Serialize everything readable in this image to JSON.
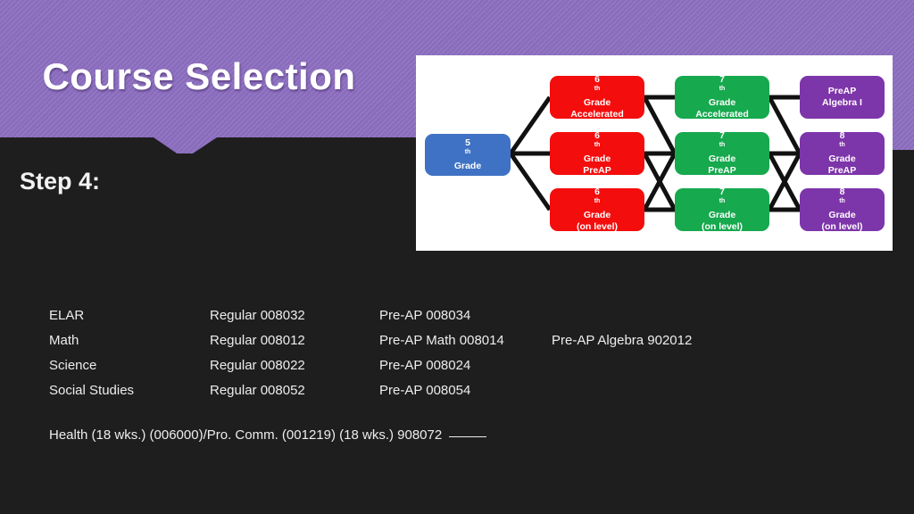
{
  "slide": {
    "title": "Course Selection",
    "step_label": "Step 4:",
    "background_color": "#1e1e1e",
    "banner_color": "#8a6cbd"
  },
  "diagram": {
    "type": "flowchart",
    "background": "#ffffff",
    "columns": [
      {
        "name": "grade-5",
        "color": "#3f72c4",
        "nodes": [
          {
            "id": "g5",
            "line1": "5",
            "sup": "th",
            "line1_rest": " Grade",
            "line2": ""
          }
        ]
      },
      {
        "name": "grade-6",
        "color": "#f40d0d",
        "nodes": [
          {
            "id": "g6-acc",
            "line1": "6",
            "sup": "th",
            "line1_rest": " Grade",
            "line2": "Accelerated"
          },
          {
            "id": "g6-preap",
            "line1": "6",
            "sup": "th",
            "line1_rest": " Grade",
            "line2": "PreAP"
          },
          {
            "id": "g6-on",
            "line1": "6",
            "sup": "th",
            "line1_rest": " Grade",
            "line2": "(on level)"
          }
        ]
      },
      {
        "name": "grade-7",
        "color": "#16a94e",
        "nodes": [
          {
            "id": "g7-acc",
            "line1": "7",
            "sup": "th",
            "line1_rest": " Grade",
            "line2": "Accelerated"
          },
          {
            "id": "g7-preap",
            "line1": "7",
            "sup": "th",
            "line1_rest": " Grade",
            "line2": "PreAP"
          },
          {
            "id": "g7-on",
            "line1": "7",
            "sup": "th",
            "line1_rest": " Grade",
            "line2": "(on level)"
          }
        ]
      },
      {
        "name": "grade-8",
        "color": "#7d35aa",
        "nodes": [
          {
            "id": "g8-alg",
            "line1": "PreAP",
            "sup": "",
            "line1_rest": "",
            "line2": "Algebra I"
          },
          {
            "id": "g8-preap",
            "line1": "8",
            "sup": "th",
            "line1_rest": " Grade",
            "line2": "PreAP"
          },
          {
            "id": "g8-on",
            "line1": "8",
            "sup": "th",
            "line1_rest": " Grade",
            "line2": "(on level)"
          }
        ]
      }
    ]
  },
  "courses": {
    "rows": [
      {
        "subject": "ELAR",
        "regular": "Regular  008032",
        "preap": "Pre-AP  008034",
        "extra": ""
      },
      {
        "subject": "Math",
        "regular": "Regular   008012",
        "preap": "Pre-AP Math 008014",
        "extra": "Pre-AP Algebra 902012"
      },
      {
        "subject": "Science",
        "regular": "Regular   008022",
        "preap": "Pre-AP 008024",
        "extra": ""
      },
      {
        "subject": "Social Studies",
        "regular": "Regular   008052",
        "preap": "Pre-AP 008054",
        "extra": ""
      }
    ]
  },
  "footer": {
    "note": "Health (18 wks.) (006000)/Pro. Comm.  (001219) (18 wks.) 908072"
  }
}
